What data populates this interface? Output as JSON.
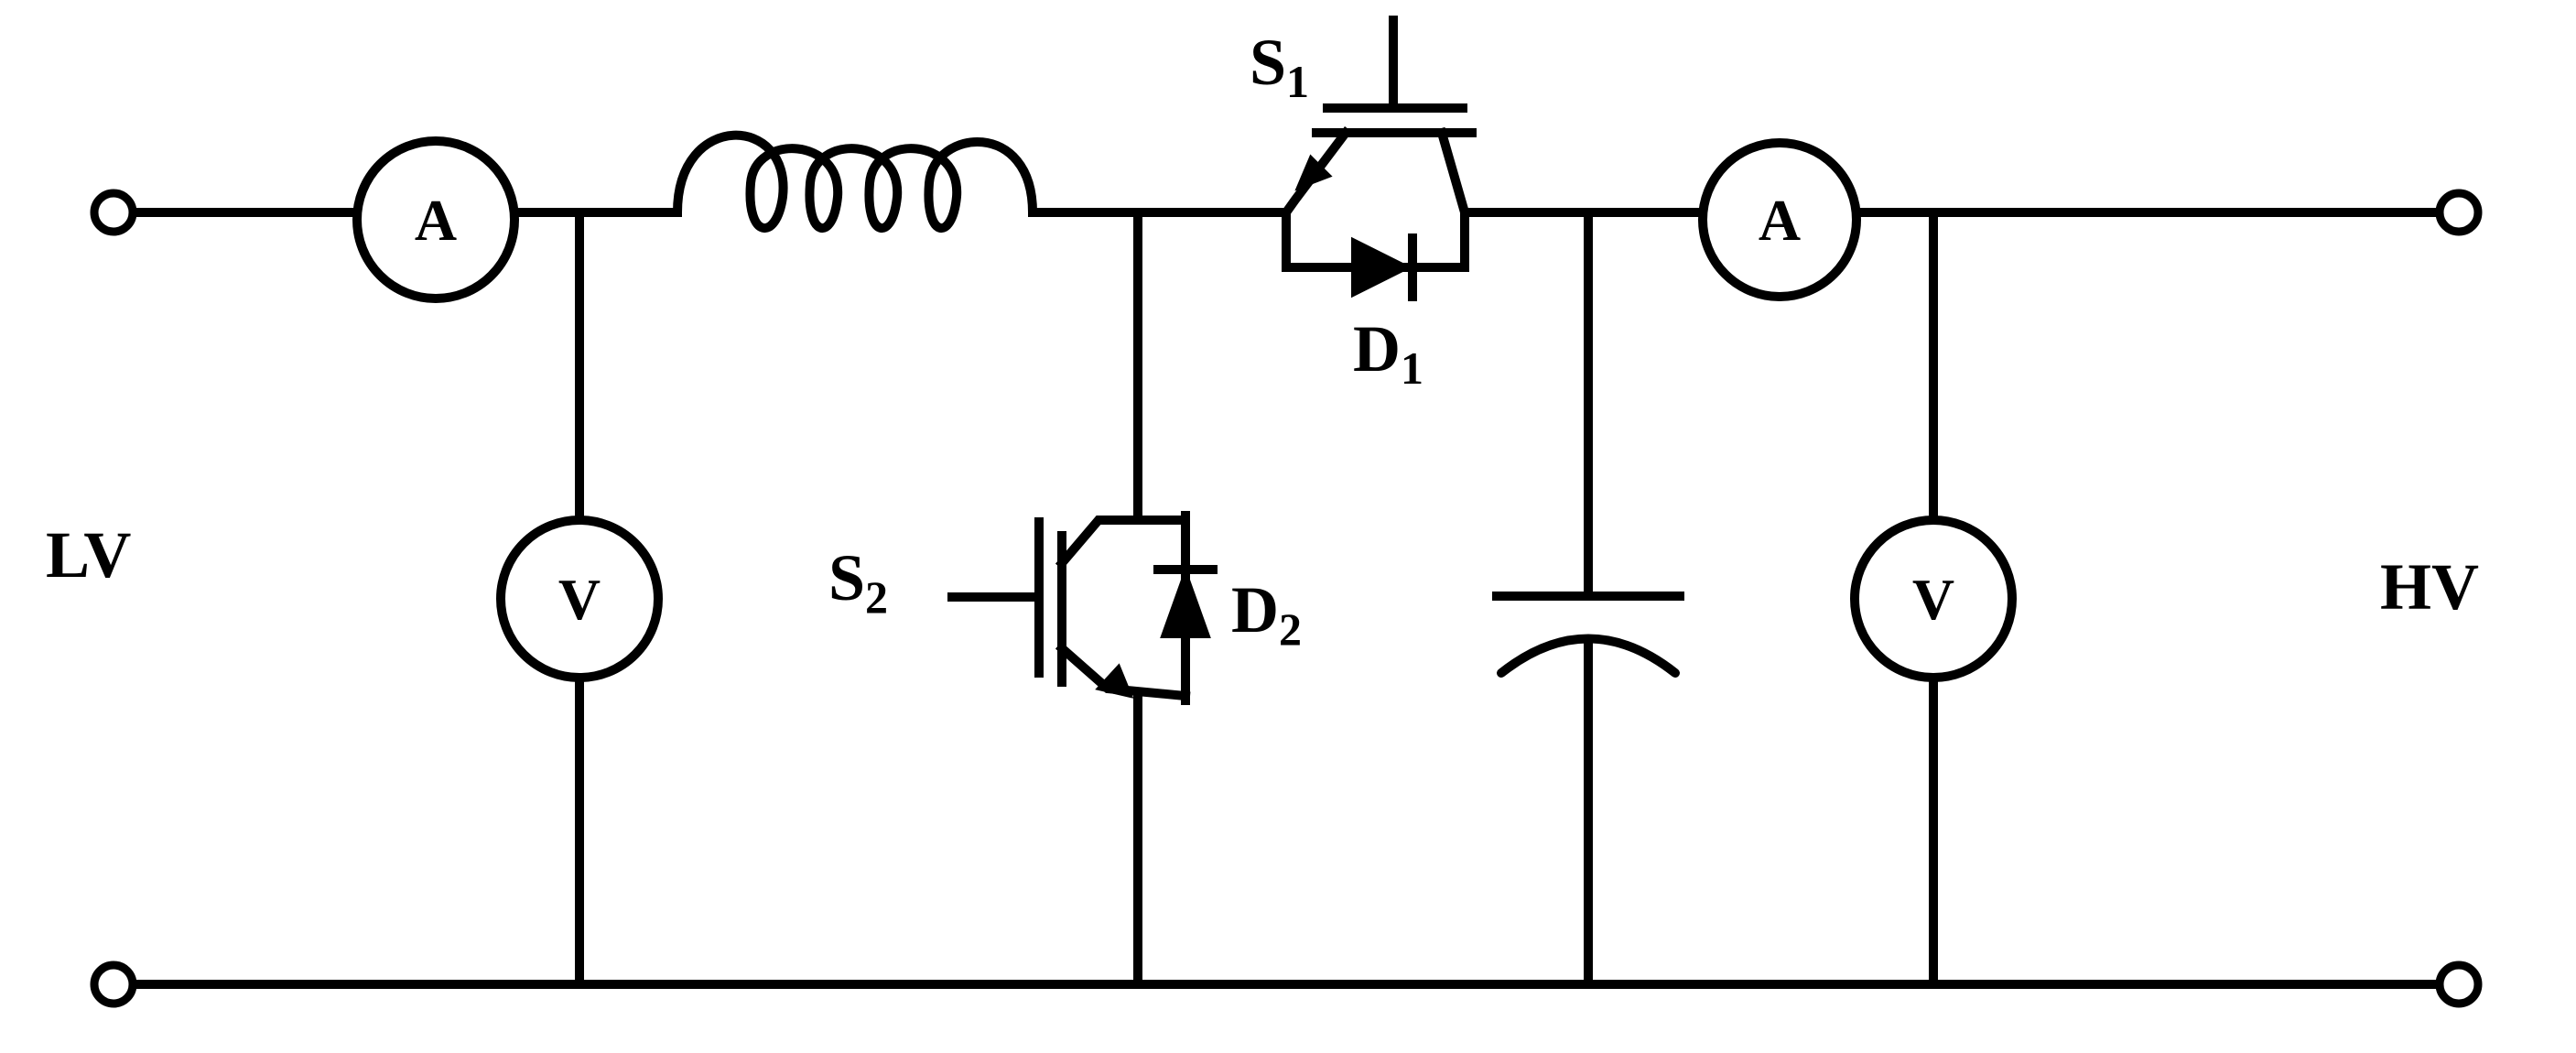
{
  "terminals": {
    "low_voltage": "LV",
    "high_voltage": "HV"
  },
  "meters": {
    "input_ammeter": "A",
    "input_voltmeter": "V",
    "output_ammeter": "A",
    "output_voltmeter": "V"
  },
  "switches": {
    "s1": {
      "letter": "S",
      "index": "1"
    },
    "s2": {
      "letter": "S",
      "index": "2"
    }
  },
  "diodes": {
    "d1": {
      "letter": "D",
      "index": "1"
    },
    "d2": {
      "letter": "D",
      "index": "2"
    }
  }
}
